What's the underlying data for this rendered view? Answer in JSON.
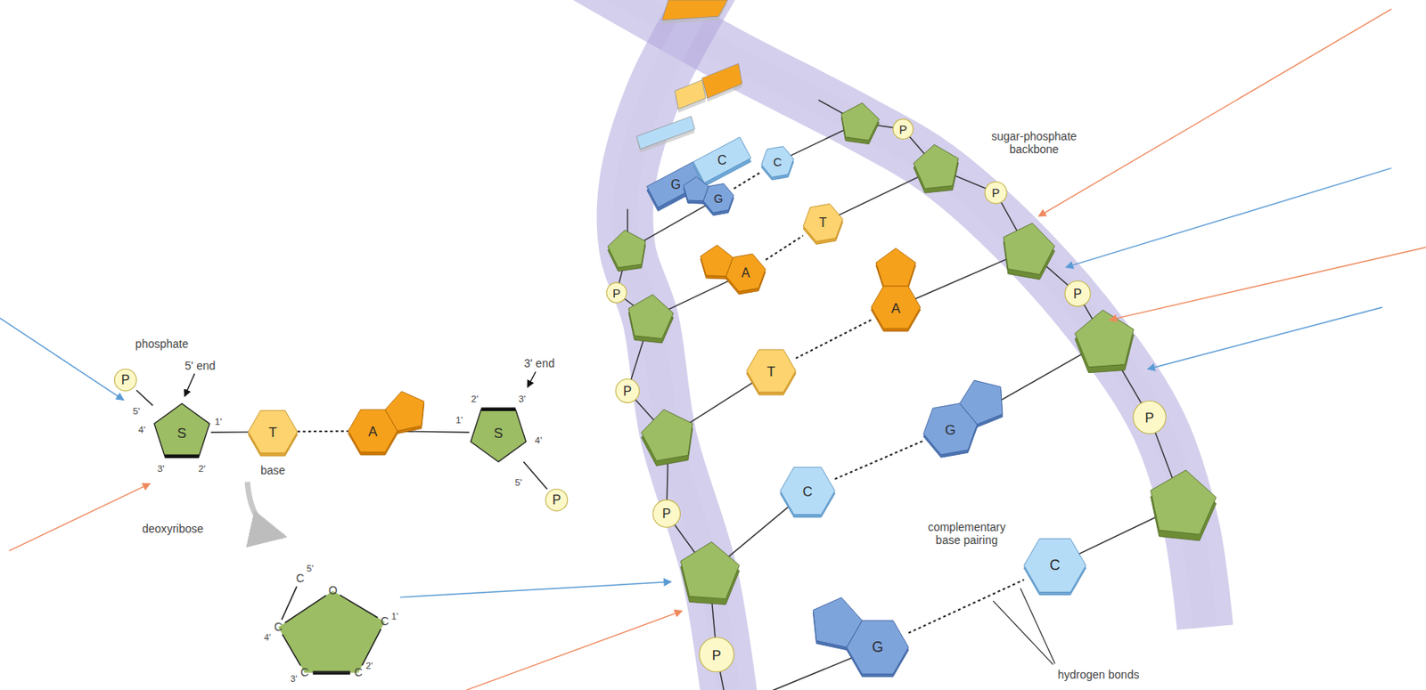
{
  "diagram": {
    "nodes": [
      {
        "text": [
          "P"
        ]
      },
      {
        "text": [
          "S"
        ]
      },
      {
        "text": [
          "T"
        ]
      },
      {
        "text": [
          "A"
        ]
      },
      {
        "text": [
          "S"
        ]
      },
      {
        "text": [
          "P"
        ]
      },
      {
        "text": [
          "G"
        ]
      },
      {
        "text": [
          "C"
        ]
      },
      {
        "text": [
          "G"
        ]
      },
      {
        "text": [
          "C"
        ]
      },
      {
        "text": [
          "A"
        ]
      },
      {
        "text": [
          "T"
        ]
      },
      {
        "text": [
          "T"
        ]
      },
      {
        "text": [
          "A"
        ]
      },
      {
        "text": [
          "C"
        ]
      },
      {
        "text": [
          "G"
        ]
      },
      {
        "text": [
          "G"
        ]
      },
      {
        "text": [
          "C"
        ]
      },
      {
        "text": [
          "P"
        ]
      },
      {
        "text": [
          "P"
        ]
      },
      {
        "text": [
          "P"
        ]
      },
      {
        "text": [
          "P"
        ]
      },
      {
        "text": [
          "P"
        ]
      },
      {
        "text": [
          "P"
        ]
      },
      {
        "text": [
          "P"
        ]
      },
      {
        "text": [
          "P"
        ]
      }
    ],
    "edges": [
      {
        "from": 0,
        "to": 1,
        "arrow": "none"
      },
      {
        "from": 1,
        "to": 2,
        "arrow": "none"
      },
      {
        "from": 2,
        "to": 3,
        "arrow": "none"
      },
      {
        "from": 3,
        "to": 4,
        "arrow": "none"
      },
      {
        "from": 4,
        "to": 5,
        "arrow": "none"
      },
      {
        "from": 8,
        "to": 9,
        "arrow": "none"
      },
      {
        "from": 10,
        "to": 11,
        "arrow": "none"
      },
      {
        "from": 12,
        "to": 13,
        "arrow": "none"
      },
      {
        "from": 14,
        "to": 15,
        "arrow": "none"
      },
      {
        "from": 16,
        "to": 17,
        "arrow": "none"
      }
    ],
    "labels": [
      "phosphate",
      "5' end",
      "5'",
      "4'",
      "1'",
      "3'",
      "2'",
      "base",
      "3' end",
      "1'",
      "2'",
      "3'",
      "4'",
      "5'",
      "deoxyribose",
      "C",
      "5'",
      "O",
      "C",
      "4'",
      "C",
      "1'",
      "C",
      "3'",
      "C",
      "2'",
      "sugar-phosphate backbone",
      "complementary base pairing",
      "hydrogen bonds"
    ]
  }
}
